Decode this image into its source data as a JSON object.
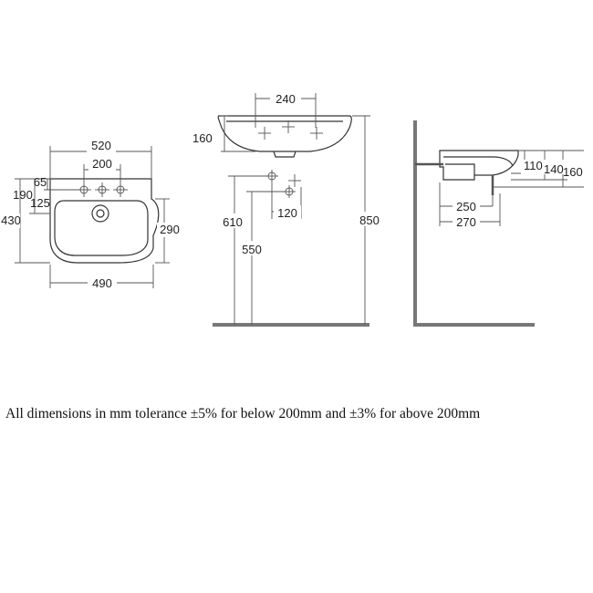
{
  "front_view": {
    "width_overall": "520",
    "tap_spacing": "200",
    "width_bowl": "490",
    "depth_overall": "430",
    "depth_190": "190",
    "depth_65": "65",
    "depth_125": "125",
    "bowl_depth": "290"
  },
  "side_view": {
    "top_width": "240",
    "basin_height": "160",
    "height_total": "850",
    "waste_610": "610",
    "waste_550": "550",
    "waste_spacing": "120"
  },
  "profile_view": {
    "d110": "110",
    "d140": "140",
    "d160": "160",
    "d250": "250",
    "d270": "270"
  },
  "caption": "All dimensions in mm tolerance ±5% for below 200mm and ±3% for above 200mm"
}
